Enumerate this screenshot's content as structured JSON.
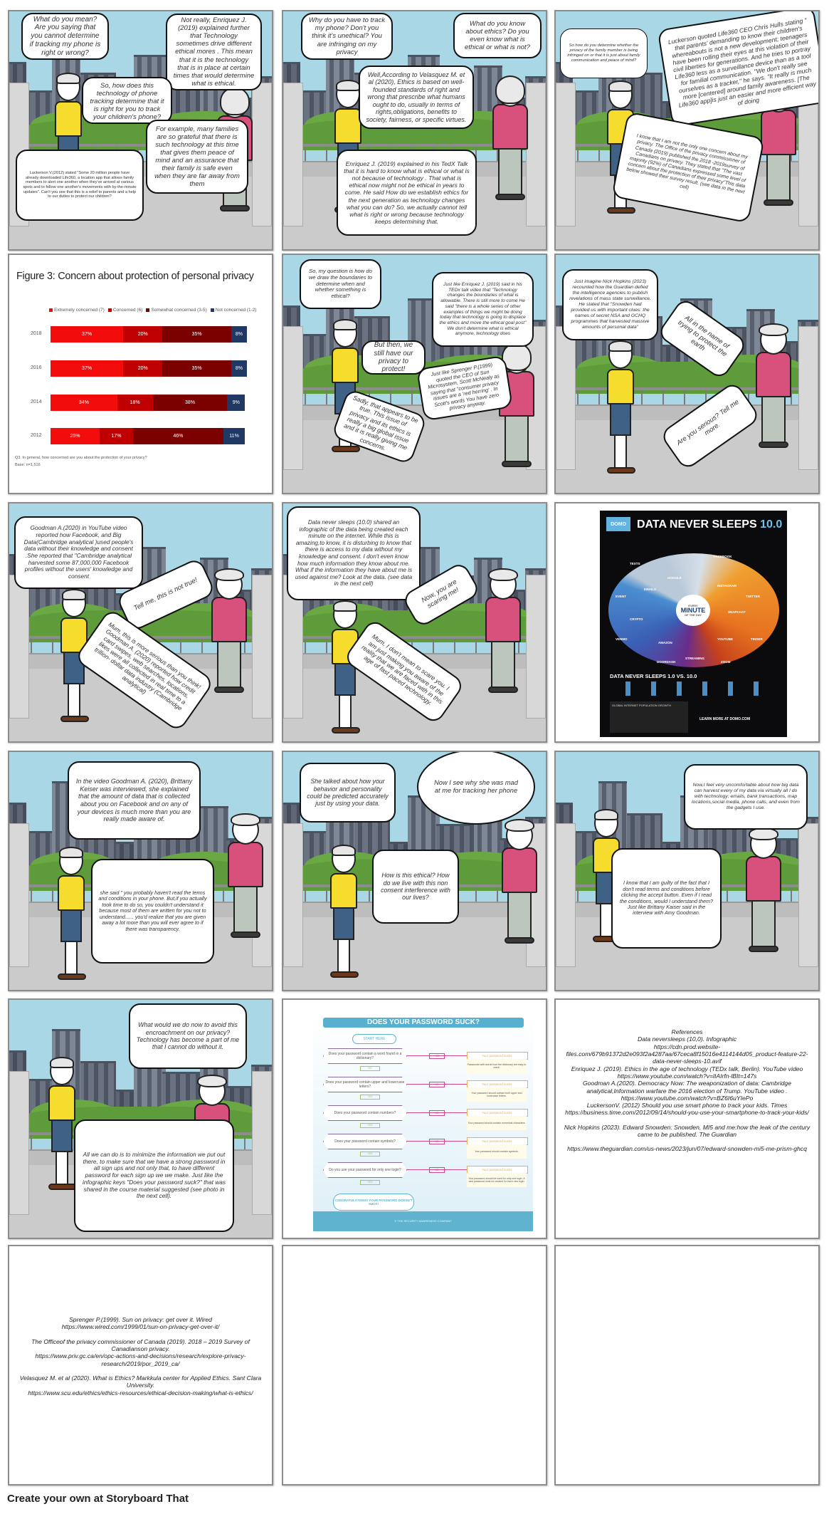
{
  "panels": [
    {
      "bubbles": [
        "What do you mean? Are you saying that you cannot determine if tracking my phone is right or wrong?",
        "Not really, Enriquez J. (2019) explained further that Technology sometimes drive different ethical mores . This mean that it is the technology that is in place at certain times that would determine what is ethical.",
        "So, how does this technology of phone tracking determine that it is right for you to track your children's phone?",
        "For example, many families are so grateful that there is such technology at this time that gives them peace of mind and an assurance that their family is safe even when they are far away from them",
        "Luckerson V.(2012) stated \"Some 20 million people have already downloaded Life360, a location app that allows family members to alert one another when they've arrived at various spots and to follow one another's movements with by-the-minute updates\". Can't you see that this is a relief to parents and a help to our duties to protect our children?"
      ]
    },
    {
      "bubbles": [
        "Why do you have to track my phone? Don't you think it's unethical? You are infringing on my privacy",
        "What do you know about ethics? Do you even know what is ethical or what is not?",
        "Well,According to Velasquez M. et al (2020), Ethics is based on well-founded standards of right and wrong that prescribe what humans ought to do, usually in terms of rights,obligations, benefits to society, fairness, or specific virtues.",
        "Enriquez J. (2019) explained in his TedX Talk that it is hard to know what is ethical or what is not because of technology . That what is ethical now might not be ethical in years to come. He said How do we establish ethics for the next generation as technology changes what you can do? So, we actually cannot tell what is right or wrong because technology keeps determining that."
      ]
    },
    {
      "bubbles": [
        "So how do you determine whether the privacy of the family member is being infringed on or that it is just about family communication and peace of mind?",
        "Luckerson quoted Life360 CEO Chris Hulls stating \" that parents' demanding to know their children's whereabouts is not a new development; teenagers have been rolling their eyes at this violation of their civil liberties for generations. And he tries to portray Life360 less as a surveillance device than as a tool for familial communication. \"We don't really see ourselves as a tracker,\" he says. \"It really is much more [centered] around family awareness. [The Life360 app]is just an easier and more efficient way of doing",
        "I know that I am not the only one concern about my privacy. The Office of the privacy commissioner of Canada (2019) published the 2018 -2019survey of Canadians on privacy. They stated that \"The vast majority (92%) of Canadians expressed some level of concern about the protection of their privacy\"This data below showed their survey result. (see data in the next cell)"
      ]
    },
    {
      "bubbles": []
    },
    {
      "bubbles": [
        "So, my question is  how do we draw the boundaries to determine when and whether something is ethical?",
        "Just like Enriquez J. (2019) said in his TEDx talk video that \"Technology changes the boundaries of what is allowable. There is still more to come He said \"there is a whole series of other examples of things we might be doing today that technology is going to displace the ethics and move the ethical goal post\" We don't determine what is ethical anymore, technology does",
        "But then, we still have our privacy to protect!",
        "Just like Sprenger P.(1999) quoted the CEO of Sun Microsystem, Scott McNealy as saying that \"consumer privacy issues are a 'red herring' . In Scott's words You have zero privacy anyway.",
        "Sadly, that appears to be true. This issue of privacy and its ethics is really a big global issue and it is really giving me concerns."
      ]
    },
    {
      "bubbles": [
        "Just imagine Nick Hopkins (2023) recounted how the Guardian defied the intelligence agencies to publish revelations of mass state surveillance. He stated that \"Snowden had provided us with important clues: the names of secret NSA and GCHQ programmes that harvested massive amounts of personal data\"",
        "All in the name of trying to protect the earth",
        "Are you serious? Tell me more."
      ]
    },
    {
      "bubbles": [
        "Goodman A.(2020) in YouTube video reported how Facebook, and Big Data(Cambridge analytical )used people's data without their knowledge and consent .She reported that \"Cambridge analytical harvested some 87,000,000 Facebook profiles without the users' knowledge and consent",
        "Tell me, this is not true!",
        "Mum, this is more serious than you think! Goodman A. (2020) reported how credit card swipes, web searches, locations, likes were all collected in real time to a trillion- dollar data industry (Cambridge analytical)"
      ]
    },
    {
      "bubbles": [
        "Data never sleeps (10.0) shared an infographic of the data being created each minute on the internet. While this is amazing,to know, it is disturbing to know that there is access to my data without my knowledge and consent. I don't even know how much information they know about me. What if the information they have about me is used against me? Look at the data. (see data in the next cell)",
        "Now, you are scaring me!",
        "Mum, I don't mean to scare you. I am just making you aware of the reality that we are faced with in this age of fast paced technology."
      ]
    },
    {
      "bubbles": []
    },
    {
      "bubbles": [
        "In the video Goodman A. (2020), Brittany Keiser was interviewed, she explained that the amount of data that is collected about you on Facebook and on any of your devices is much more than you are really made aware of.",
        "she said \" you probably haven't read the terms and conditions in your phone. But,if you actually took time to do so, you couldn't understand it because most of them are written for you not to understand...... you'd realize that you are given away a lot more than you will ever agree to if there was transparency."
      ]
    },
    {
      "bubbles": [
        "She talked about how your behavior and personality could be predicted accurately just by using your data.",
        "Now I see why she was mad at me for tracking her phone",
        "How is this ethical? How do we live with this non consent interference with our lives?"
      ]
    },
    {
      "bubbles": [
        "Now,I feel very uncomfortable about how big data can harvest every of my data via virtually all I do with technology; emails, bank transactions, map locations,social media, phone calls, and even from the gadgets I use.",
        "I know that I am guilty of the fact that I don't read terms and conditions before clicking the accept button. Even if I read the conditions, would I understand them? Just like Brittany Kaiser said in the interview with Amy Goodman."
      ]
    },
    {
      "bubbles": [
        "What would we do now to avoid this encroachment on our privacy? Technology has become a part of me that I cannot do without it.",
        "All we can do is to minimize the information we put out there, to make sure that we have a strong password in all sign ups and not only that, to have different password for each sign up we we make. Just like the infographic keys \"Does your password suck?\" that was shared in the course material suggested (see photo in the next cell)."
      ]
    }
  ],
  "chart_data": {
    "type": "bar",
    "orientation": "horizontal-stacked",
    "title": "Figure 3: Concern about protection of personal privacy",
    "categories": [
      "2018",
      "2016",
      "2014",
      "2012"
    ],
    "series": [
      {
        "name": "Extremely concerned (7)",
        "color": "#f20c0c",
        "values": [
          37,
          37,
          34,
          25
        ]
      },
      {
        "name": "Concerned (6)",
        "color": "#c00000",
        "values": [
          20,
          20,
          18,
          17
        ]
      },
      {
        "name": "Somewhat concerned (3-5)",
        "color": "#7b0000",
        "values": [
          35,
          35,
          38,
          46
        ]
      },
      {
        "name": "Not concerned (1-2)",
        "color": "#1f3864",
        "values": [
          8,
          8,
          9,
          11
        ]
      }
    ],
    "value_suffix": "%",
    "xlim": [
      0,
      100
    ],
    "legend": "top",
    "footnote": "Q3. In general, how concerned are you about the protection of your privacy?",
    "base": "Base: n=1,516"
  },
  "infographic": {
    "logo": "DOMO",
    "title": "DATA NEVER SLEEPS",
    "version": "10.0",
    "center_top": "EVERY",
    "center": "MINUTE",
    "center_bottom": "OF THE DAY",
    "labels": [
      "TEXTS",
      "FACEBOOK",
      "GOOGLE",
      "EMAILS",
      "INSTAGRAM",
      "TWITTER",
      "EVENT",
      "SNAPCHAT",
      "CRYPTO",
      "VENMO",
      "AMAZON",
      "TINDER",
      "YOUTUBE",
      "STREAMING",
      "DOORDASH",
      "ZOOM"
    ],
    "compare_title": "DATA NEVER SLEEPS 1.0 VS. 10.0",
    "growth_title": "GLOBAL INTERNET POPULATION GROWTH",
    "learn_more": "LEARN MORE AT DOMO.COM"
  },
  "password_chart": {
    "title": "DOES YOUR PASSWORD SUCK?",
    "start": "START HERE",
    "steps": [
      {
        "question": "Does your password contain a word found in a dictionary?",
        "branch": "YES",
        "result": "Your password sucks.",
        "note": "Passwords with words from the dictionary are easy to crack.",
        "next": "NO"
      },
      {
        "question": "Does your password contain upper and lowercase letters?",
        "branch": "NO",
        "result": "Your password sucks.",
        "note": "Your password should contain both upper and lowercase letters.",
        "next": "YES"
      },
      {
        "question": "Does your password contain numbers?",
        "branch": "NO",
        "result": "Your password sucks.",
        "note": "Your password should contain numerical characters.",
        "next": "YES"
      },
      {
        "question": "Does your password contain symbols?",
        "branch": "NO",
        "result": "Your password sucks.",
        "note": "Your password should contain symbols.",
        "next": "YES"
      },
      {
        "question": "Do you use your password for only one login?",
        "branch": "NO",
        "result": "Your password sucks.",
        "note": "Your password should be used for only one login. A new password must be created for each new login.",
        "next": "YES"
      }
    ],
    "end": "CONGRATULATIONS! YOUR PASSWORD DOESN'T SUCK!",
    "footer": "© THE SECURITY AWARENESS COMPANY"
  },
  "references_1": [
    "References",
    "Data neversleeps (10,0). Infographic",
    "https://cdn.prod.website-files.com/679b91372d2e093f2a4287aa/67ceca8f15016e4114144d05_product-feature-22-data-never-sleeps-10.avif",
    "Enriquez J. (2019). Ethics in the age of technology (TEDx talk, Berlin). YouTube video",
    "https://www.youtube.com/watch?v=lIAIrfn-lBIt=147s",
    "Goodman A.(2020). Democracy Now: The weaponization of data: Cambridge analytical,Information warfare the 2016 election of Trump. YouTube video .",
    "https://www.youtube.com/watch?v=BZ6I6uYIePo",
    "LuckersonV. (2012) Should you use smart phone to track your kids. Times",
    "https://business.time.com/2012/09/14/should-you-use-your-smartphone-to-track-your-kids/",
    "Nick Hopkins (2023). Edward Snowden: Snowden, MI5 and me:how the leak of the century came to be published. The Guardian",
    "https://www.theguardian.com/us-news/2023/jun/07/edward-snowden-mi5-me-prism-ghcq"
  ],
  "references_2": [
    "Sprenger P.(1999). Sun on privacy: get over it. Wired",
    "https://www.wired.com/1999/01/sun-on-privacy-get-over-it/",
    "The Officeof the privacy commissioner of Canada (2019). 2018 – 2019 Survey of Canadianson privacy.",
    "https://www.priv.gc.ca/en/opc-actions-and-decisions/research/explore-privacy-research/2019/por_2019_ca/",
    "Velasquez M. et al (2020). What is Ethics? Markkula center for Applied Ethics. Sant Clara University.",
    "https://www.scu.edu/ethics/ethics-resources/ethical-decision-making/what-is-ethics/"
  ],
  "footer": {
    "label": "Create your own at Storyboard That"
  }
}
